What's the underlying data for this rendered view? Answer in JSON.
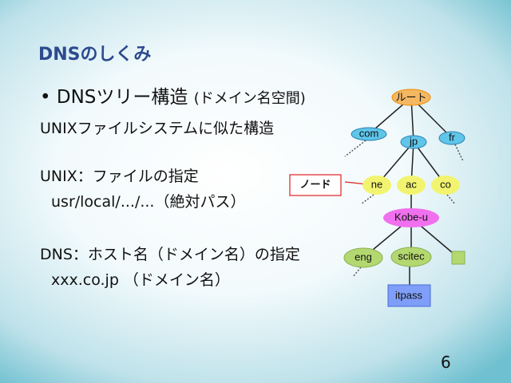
{
  "title": "DNSのしくみ",
  "bullet": {
    "main": "DNSツリー構造",
    "sub": "(ドメイン名空間)"
  },
  "lines": [
    "UNIXファイルシステムに似た構造",
    "UNIX：ファイルの指定",
    "usr/local/.../...（絶対パス）",
    "DNS：ホスト名（ドメイン名）の指定",
    "xxx.co.jp （ドメイン名）"
  ],
  "tree": {
    "root": "ルート",
    "com": "com",
    "jp": "jp",
    "fr": "fr",
    "ne": "ne",
    "ac": "ac",
    "co": "co",
    "kobe": "Kobe-u",
    "eng": "eng",
    "scitec": "scitec",
    "itpass": "itpass",
    "node_label": "ノード"
  },
  "page_number": "6"
}
